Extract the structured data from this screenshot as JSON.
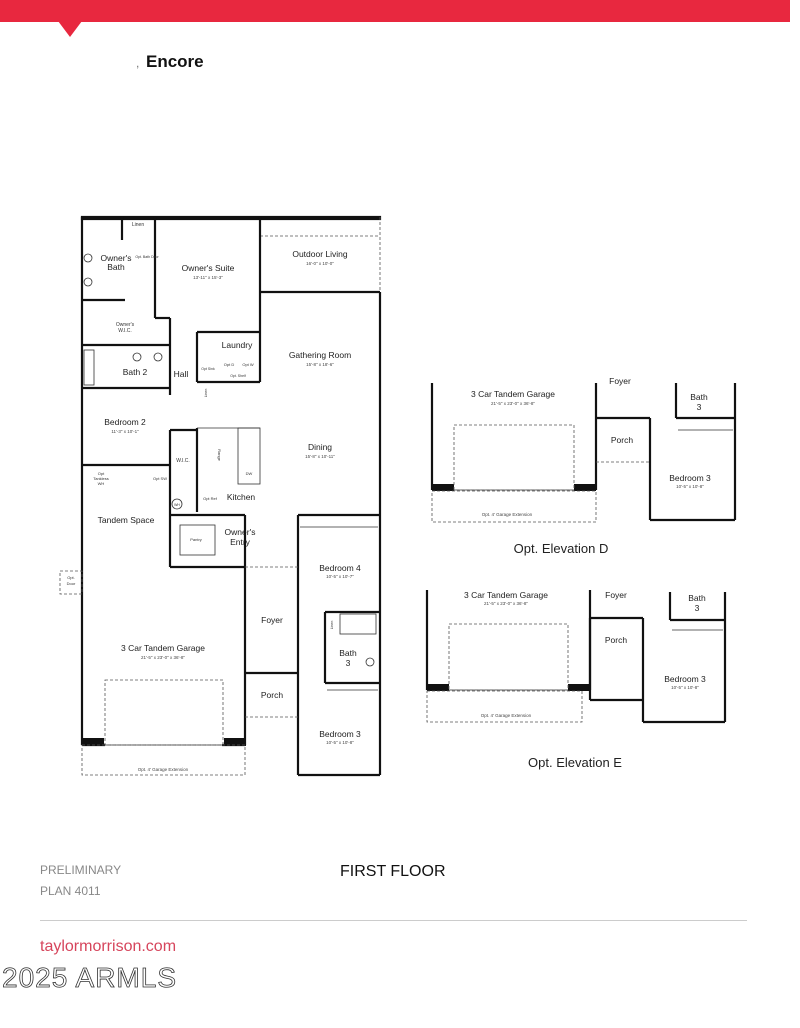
{
  "header": {
    "title": "Encore",
    "prefix": ",",
    "accent_color": "#e8283f"
  },
  "main_plan": {
    "rooms": [
      {
        "label": "Owner's Suite",
        "dims": "13'-11\" x 15'-3\""
      },
      {
        "label": "Outdoor Living",
        "dims": "16'-0\" x 10'-0\""
      },
      {
        "label": "Gathering Room",
        "dims": "15'-8\" x 18'-6\""
      },
      {
        "label": "Dining",
        "dims": "15'-8\" x 10'-11\""
      },
      {
        "label": "Bedroom 2",
        "dims": "11'-3\" x 10'-1\""
      },
      {
        "label": "Bedroom 4",
        "dims": "10'-5\" x 10'-7\""
      },
      {
        "label": "Bedroom 3",
        "dims": "10'-5\" x 10'-8\""
      },
      {
        "label": "3 Car Tandem Garage",
        "dims": "21'-5\" x 23'-0\" x 36'-8\""
      }
    ],
    "labels": {
      "owners_bath_1": "Owner's",
      "owners_bath_2": "Bath",
      "linen": "Linen",
      "opt_bath_door": "Opt. Bath Door",
      "owners_wic_1": "Owner's",
      "owners_wic_2": "W.I.C.",
      "bath2": "Bath 2",
      "hall": "Hall",
      "laundry": "Laundry",
      "opt_d": "Opt D",
      "opt_w": "Opt W",
      "opt_sink": "Opt Sink",
      "opt_shelf": "Opt. Shelf",
      "linen2": "Linen",
      "wic": "W.I.C.",
      "range": "Range",
      "dw": "DW",
      "opt_tankless_1": "Opt",
      "opt_tankless_2": "Tankless",
      "opt_tankless_3": "WH",
      "opt_sw": "Opt SW",
      "wh": "WH",
      "opt_ref": "Opt Ref",
      "kitchen": "Kitchen",
      "tandem_space": "Tandem Space",
      "pantry": "Pantry",
      "owners_entry_1": "Owner's",
      "owners_entry_2": "Entry",
      "opt_door_1": "Opt.",
      "opt_door_2": "Door",
      "foyer": "Foyer",
      "porch": "Porch",
      "linen3": "Linen",
      "bath3_1": "Bath",
      "bath3_2": "3",
      "garage_ext": "Opt. 4' Garage Extension"
    }
  },
  "elevation_d": {
    "caption": "Opt. Elevation D",
    "garage": "3 Car Tandem Garage",
    "garage_dims": "21'-5\" x 23'-0\" x 36'-8\"",
    "foyer": "Foyer",
    "porch": "Porch",
    "bath_1": "Bath",
    "bath_2": "3",
    "bedroom": "Bedroom 3",
    "bedroom_dims": "10'-5\" x 10'-8\"",
    "garage_ext": "Opt. 4' Garage Extension"
  },
  "elevation_e": {
    "caption": "Opt. Elevation E",
    "garage": "3 Car Tandem Garage",
    "garage_dims": "21'-5\" x 23'-0\" x 36'-8\"",
    "foyer": "Foyer",
    "porch": "Porch",
    "bath_1": "Bath",
    "bath_2": "3",
    "bedroom": "Bedroom 3",
    "bedroom_dims": "10'-5\" x 10'-8\"",
    "garage_ext": "Opt. 4' Garage Extension"
  },
  "footer": {
    "preliminary": "PRELIMINARY",
    "plan": "PLAN 4011",
    "floor": "FIRST FLOOR",
    "website": "taylormorrison.com",
    "watermark": "2025 ARMLS",
    "website_color": "#d6455c"
  }
}
